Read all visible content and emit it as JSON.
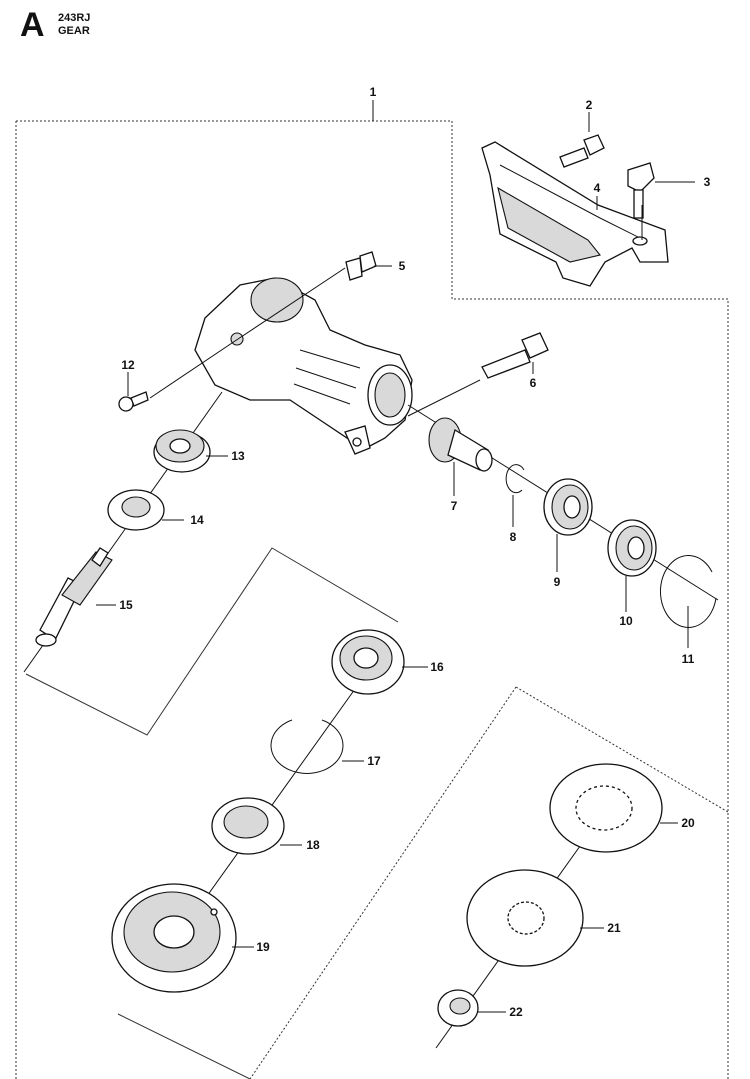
{
  "header": {
    "section_letter": "A",
    "model": "243RJ",
    "title": "GEAR"
  },
  "callouts": [
    "1",
    "2",
    "3",
    "4",
    "5",
    "6",
    "7",
    "8",
    "9",
    "10",
    "11",
    "12",
    "13",
    "14",
    "15",
    "16",
    "17",
    "18",
    "19",
    "20",
    "21",
    "22"
  ]
}
